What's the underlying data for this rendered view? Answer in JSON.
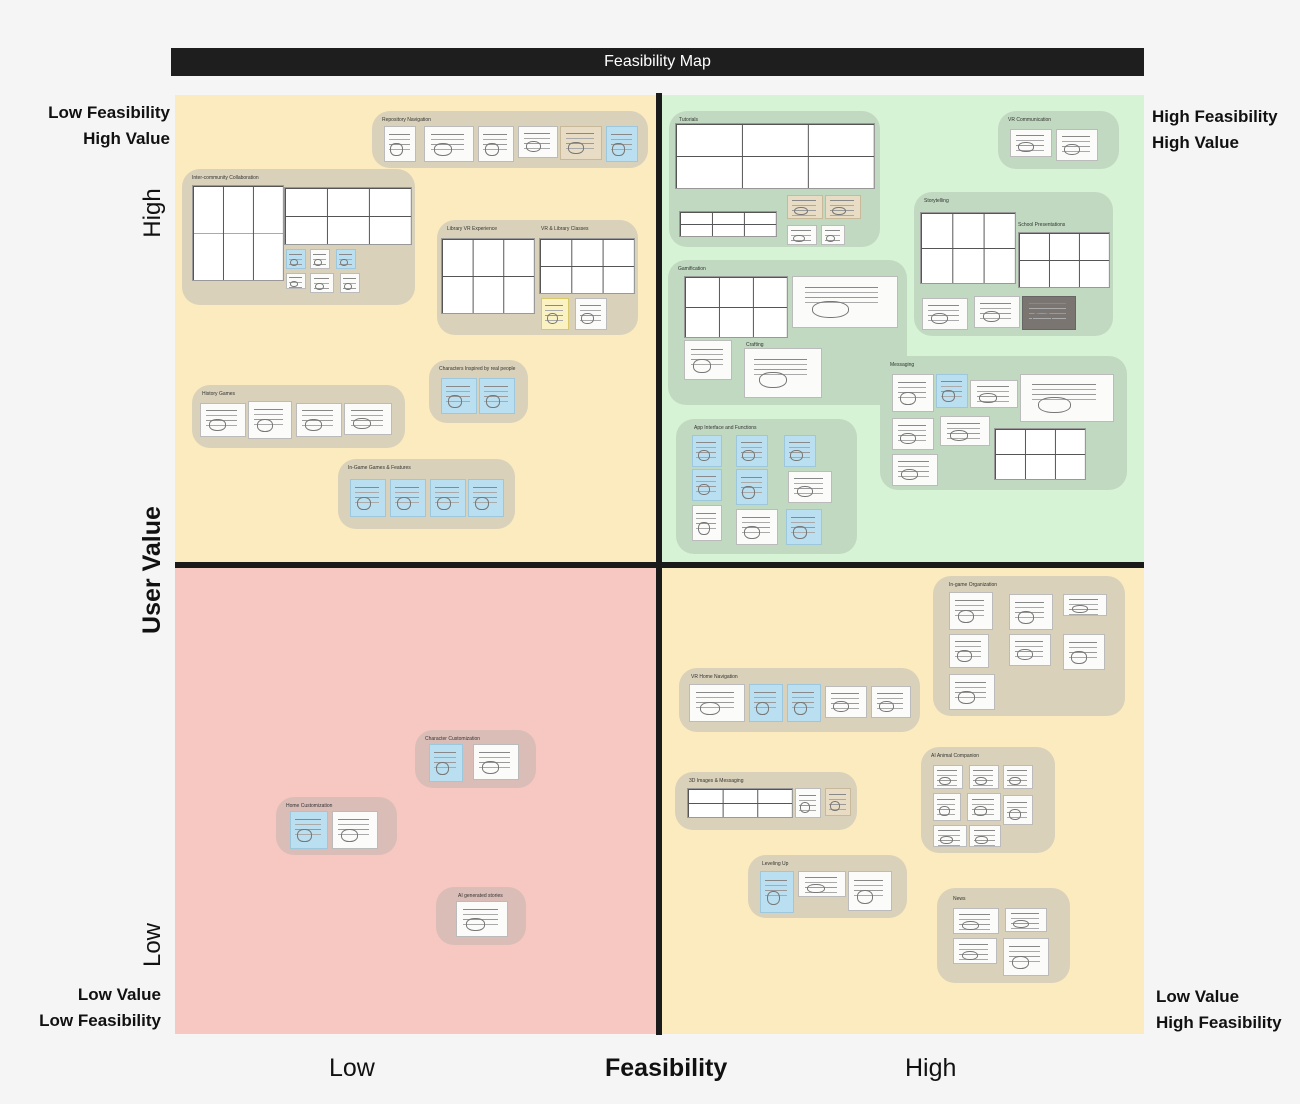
{
  "title": "Feasibility Map",
  "corners": {
    "top_left": [
      "Low Feasibility",
      "High Value"
    ],
    "top_right": [
      "High Feasibility",
      "High Value"
    ],
    "bottom_left": [
      "Low Value",
      "Low Feasibility"
    ],
    "bottom_right": [
      "Low Value",
      "High Feasibility"
    ]
  },
  "y_axis": {
    "label": "User Value",
    "high": "High",
    "low": "Low"
  },
  "x_axis": {
    "label": "Feasibility",
    "low": "Low",
    "high": "High"
  },
  "quadrant_colors": {
    "top_left": "#fbebbf",
    "top_right": "#d6f3d5",
    "bottom_left": "#f7c8c2",
    "bottom_right": "#fbebbf"
  },
  "groups": {
    "repository_navigation": "Repository Navigation",
    "inter_community_collaboration": "Inter-community Collaboration",
    "library_vr_experience": "Library VR Experience",
    "vr_library_classes": "VR & Library Classes",
    "history_games": "History Games",
    "characters_real_people": "Characters Inspired by real people",
    "in_game_games": "In-Game Games & Features",
    "tutorials": "Tutorials",
    "vr_communication": "VR Communication",
    "storytelling": "Storytelling",
    "school_presentations": "School Presentations",
    "gamification": "Gamification",
    "crafting": "Crafting",
    "messaging": "Messaging",
    "app_interface": "App Interface and Functions",
    "character_customization": "Character Customization",
    "home_customization": "Home Customization",
    "ai_stories": "AI generated stories",
    "in_game_organization": "In-game Organization",
    "vr_home_navigation": "VR Home Navigation",
    "ai_animal_companion": "AI Animal Companion",
    "images_messaging": "3D Images & Messaging",
    "leveling_up": "Leveling Up",
    "news": "News"
  }
}
